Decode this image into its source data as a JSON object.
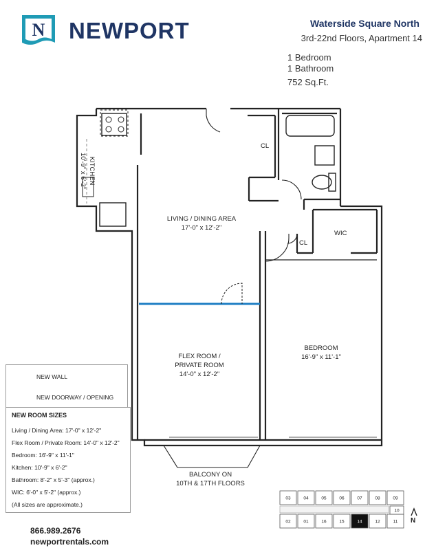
{
  "brand": {
    "logo_letter": "N",
    "name": "NEWPORT",
    "colors": {
      "navy": "#1f3564",
      "teal": "#1f9bb5",
      "new_wall": "#1f7fc4"
    }
  },
  "listing": {
    "building": "Waterside Square North",
    "floors_apartment": "3rd-22nd Floors, Apartment 14",
    "bedrooms": "1 Bedroom",
    "bathrooms": "1 Bathroom",
    "area": "752 Sq.Ft."
  },
  "rooms": {
    "kitchen_name": "KITCHEN",
    "kitchen_size": "10'-9\" x 6'-2\"",
    "living_name": "LIVING / DINING AREA",
    "living_size": "17'-0\" x 12'-2\"",
    "closet_1": "CL",
    "closet_2": "CL",
    "wic": "WIC",
    "flex_name_1": "FLEX ROOM /",
    "flex_name_2": "PRIVATE ROOM",
    "flex_size": "14'-0\" x 12'-2\"",
    "bedroom_name": "BEDROOM",
    "bedroom_size": "16'-9\" x 11'-1\"",
    "balcony_1": "BALCONY ON",
    "balcony_2": "10TH & 17TH FLOORS"
  },
  "legend": {
    "new_wall": "NEW WALL",
    "new_doorway": "NEW DOORWAY / OPENING"
  },
  "sizes": {
    "title": "NEW ROOM SIZES",
    "items": [
      "Living / Dining Area: 17'-0\" x 12'-2\"",
      "Flex Room / Private Room: 14'-0\" x 12'-2\"",
      "Bedroom: 16'-9\" x 11'-1\"",
      "Kitchen: 10'-9\" x 6'-2\"",
      "Bathroom: 8'-2\" x 5'-3\" (approx.)",
      "WIC: 6'-0\" x 5'-2\" (approx.)",
      "(All sizes are approximate.)"
    ]
  },
  "keyplan": {
    "top_row": [
      "03",
      "04",
      "05",
      "06",
      "07",
      "08",
      "09"
    ],
    "bottom_row": [
      "02",
      "01",
      "16",
      "15",
      "14",
      "12",
      "11"
    ],
    "side_unit": "10",
    "highlight": "14",
    "north": "N"
  },
  "contact": {
    "phone": "866.989.2676",
    "website": "newportrentals.com"
  }
}
